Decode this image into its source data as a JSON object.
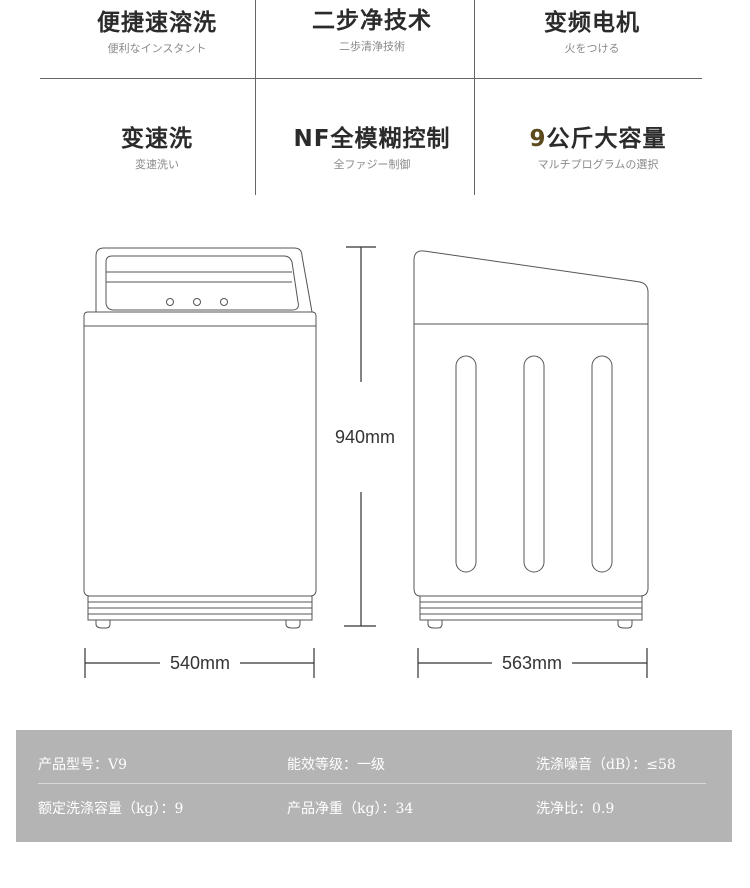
{
  "features": [
    {
      "title": "便捷速溶洗",
      "subtitle": "便利なインスタント"
    },
    {
      "title": "二步净技术",
      "subtitle": "二歩清浄技術"
    },
    {
      "title": "变频电机",
      "subtitle": "火をつける"
    },
    {
      "title": "变速洗",
      "subtitle": "変速洗い"
    },
    {
      "title": "NF全模糊控制",
      "subtitle": "全ファジー制御"
    },
    {
      "title_accent": "9",
      "title": "公斤大容量",
      "subtitle": "マルチプログラムの選択"
    }
  ],
  "dimensions": {
    "height": "940mm",
    "front_width": "540mm",
    "side_depth": "563mm"
  },
  "specs": {
    "row1": [
      "产品型号：V9",
      "能效等级：一级",
      "洗涤噪音（dB）：≤58"
    ],
    "row2": [
      "额定洗涤容量（kg）：9",
      "产品净重（kg）：34",
      "洗净比：0.9"
    ]
  },
  "colors": {
    "spec_bg": "#b4b4b4",
    "accent": "#5c4a1e",
    "line": "#666666"
  }
}
